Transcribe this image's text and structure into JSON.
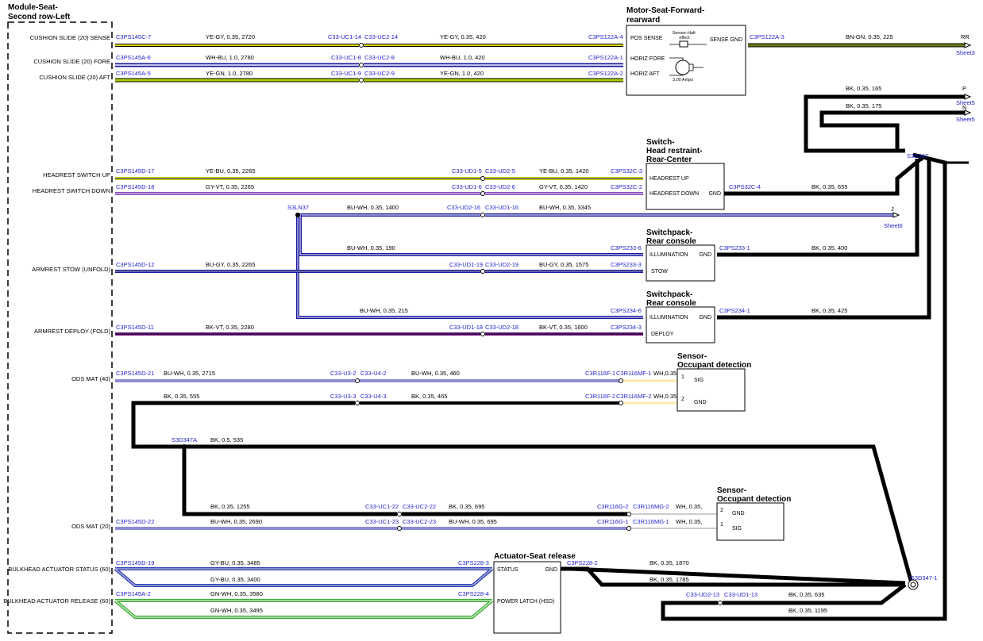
{
  "module": {
    "title1": "Module-Seat-",
    "title2": "Second row-Left",
    "pins": {
      "cushion_sense": "CUSHION SLIDE (20) SENSE",
      "cushion_fore": "CUSHION SLIDE (20) FORE",
      "cushion_aft": "CUSHION SLIDE (20) AFT",
      "hr_up": "HEADREST SWITCH UP",
      "hr_down": "HEADREST SWITCH DOWN",
      "arm_stow": "ARMREST STOW (UNFOLD)",
      "arm_deploy": "ARMREST DEPLOY (FOLD)",
      "ods40": "ODS MAT (40)",
      "ods20": "ODS MAT (20)",
      "bh_status": "BULKHEAD ACTUATOR STATUS (60)",
      "bh_release": "BULKHEAD ACTUATOR RELEASE (60)"
    }
  },
  "components": {
    "motor": {
      "title1": "Motor-Seat-Forward-",
      "title2": "rearward",
      "pos_sense": "POS SENSE",
      "horiz_fore": "HORIZ FORE",
      "horiz_aft": "HORIZ AFT",
      "sense_gnd": "SENSE GND",
      "hall1": "Sensor-Hall-",
      "hall2": "effect",
      "amps": "3.00 Amps"
    },
    "headrest": {
      "title1": "Switch-",
      "title2": "Head restraint-",
      "title3": "Rear-Center",
      "up": "HEADREST UP",
      "down": "HEADREST DOWN",
      "gnd": "GND"
    },
    "sp1": {
      "title1": "Switchpack-",
      "title2": "Rear console",
      "illum": "ILLUMINATION",
      "gnd": "GND",
      "stow": "STOW"
    },
    "sp2": {
      "title1": "Switchpack-",
      "title2": "Rear console",
      "illum": "ILLUMINATION",
      "gnd": "GND",
      "deploy": "DEPLOY"
    },
    "ods1": {
      "title1": "Sensor-",
      "title2": "Occupant detection",
      "p1": "1",
      "sig": "SIG",
      "p2": "2",
      "gnd": "GND"
    },
    "ods2": {
      "title": "Sensor-",
      "title2": "Occupant detection",
      "p2": "2",
      "gnd": "GND",
      "p1": "1",
      "sig": "SIG"
    },
    "actuator": {
      "title": "Actuator-Seat release",
      "status": "STATUS",
      "gnd": "GND",
      "latch": "POWER LATCH (HSD)"
    }
  },
  "connectors": {
    "m_sense": "C3PS145C-7",
    "m_fore": "C3PS145A-6",
    "m_aft": "C3PS145A-5",
    "uc1_14": "C33-UC1-14",
    "uc2_14": "C33-UC2-14",
    "uc1_8": "C33-UC1-8",
    "uc2_8": "C33-UC2-8",
    "uc1_9": "C33-UC1-9",
    "uc2_9": "C33-UC2-9",
    "mot4": "C3PS122A-4",
    "mot1": "C3PS122A-1",
    "mot2": "C3PS122A-2",
    "mot3": "C3PS122A-3",
    "m_hr_up": "C3PS145D-17",
    "m_hr_down": "C3PS145D-18",
    "ud1_5": "C33-UD1-5",
    "ud2_5": "C33-UD2-5",
    "ud1_6": "C33-UD1-6",
    "ud2_6": "C33-UD2-6",
    "hr3": "C3PS32C-3",
    "hr2": "C3PS32C-2",
    "hr4": "C3PS32C-4",
    "s3ln37": "S3LN37",
    "s3d347": "S3D347",
    "s3d347a": "S3D347A",
    "ud2_16": "C33-UD2-16",
    "ud1_16": "C33-UD1-16",
    "sp1_6": "C3PS233-6",
    "sp1_3": "C3PS233-3",
    "sp1_1": "C3PS233-1",
    "m_stow": "C3PS145D-12",
    "ud1_19": "C33-UD1-19",
    "ud2_19": "C33-UD2-19",
    "sp2_6": "C3PS234-6",
    "sp2_3": "C3PS234-3",
    "sp2_1": "C3PS234-1",
    "m_deploy": "C3PS145D-11",
    "ud1_18": "C33-UD1-18",
    "ud2_18": "C33-UD2-18",
    "m_ods40": "C3PS145D-21",
    "u3_2": "C33-U3-2",
    "u4_2": "C33-U4-2",
    "u3_3": "C33-U3-3",
    "u4_3": "C33-U4-3",
    "r116f1": "C3R116F-1",
    "r116mf1": "C3R116MF-1",
    "r116f2": "C3R116F-2",
    "r116mf2": "C3R116MF-2",
    "uc1_22": "C33-UC1-22",
    "uc2_22": "C33-UC2-22",
    "uc1_23": "C33-UC1-23",
    "uc2_23": "C33-UC2-23",
    "r116g2": "C3R116G-2",
    "r116mg2": "C3R116MG-2",
    "r116g1": "C3R116G-1",
    "r116mg1": "C3R116MG-1",
    "m_ods20": "C3PS145D-22",
    "m_bh_status": "C3PS145D-19",
    "m_bh_release": "C3PS145A-2",
    "ps228_3": "C3PS228-3",
    "ps228_4": "C3PS228-4",
    "ps228_2": "C3PS228-2",
    "ud2_13": "C33-UD2-13",
    "ud1_13": "C33-UD1-13",
    "g3d347": "G3D347-1"
  },
  "wires": {
    "w1a": "YE-GY,  0.35,  2720",
    "w1b": "YE-GY,  0.35,  420",
    "w2a": "WH-BU,  1.0,  2780",
    "w2b": "WH-BU,  1.0,  420",
    "w3a": "YE-GN,  1.0,  2780",
    "w3b": "YE-GN,  1.0,  420",
    "w4": "BN-GN,  0.35,  225",
    "w5": "BK,  0.35,  165",
    "w6": "BK,  0.35,  175",
    "w7a": "YE-BU,  0.35,  2265",
    "w7b": "YE-BU,  0.35,  1420",
    "w8a": "GY-VT,  0.35,  2265",
    "w8b": "GY-VT,  0.35,  1420",
    "w9": "BK,  0.35,  655",
    "w10a": "BU-WH,  0.35,  1400",
    "w10b": "BU-WH,  0.35,  3345",
    "w11": "BU-WH,  0.35,  190",
    "w12": "BK,  0.35,  400",
    "w13a": "BU-GY,  0.35,  2265",
    "w13b": "BU-GY,  0.35,  1575",
    "w14": "BU-WH,  0.35,  215",
    "w15": "BK,  0.35,  425",
    "w16a": "BK-VT,  0.35,  2280",
    "w16b": "BK-VT,  0.35,  1600",
    "w17a": "BU-WH,  0.35,  2715",
    "w17b": "BU-WH,  0.35,  460",
    "w17c": "WH,0.35",
    "w18a": "BK,  0.35,  555",
    "w18b": "BK,  0.35,  465",
    "w18c": "WH,0.35",
    "w19": "BK,  0.5,  535",
    "w20a": "BK,  0.35,  1255",
    "w20b": "BK,  0.35,  695",
    "w20c": "WH,  0.35,",
    "w21a": "BU-WH,  0.35,  2690",
    "w21b": "BU-WH,  0.35,  695",
    "w21c": "WH,  0.35,",
    "w22a": "GY-BU,  0.35,  3485",
    "w22b": "GY-BU,  0.35,  3400",
    "w23a": "GN-WH,  0.35,  3580",
    "w23b": "GN-WH,  0.35,  3495",
    "w24": "BK,  0.35,  1870",
    "w25": "BK,  0.35,  1785",
    "w26": "BK,  0.35,  635",
    "w27": "BK,  0.35,  1195"
  },
  "offpage": {
    "rr": "RR",
    "sheet3": "Sheet3",
    "p": "P",
    "sheet5a": "Sheet5",
    "n": "N",
    "sheet5b": "Sheet5",
    "j": "J",
    "sheet6": "Sheet6"
  },
  "colors": {
    "black": "#000000",
    "blue": "#2222cc",
    "bu_wh": "#1a1aa0",
    "ye": "#d8d800",
    "ye_gn": "#a8d000",
    "bn_gn": "#6b7a18",
    "gy_vt": "#8a50c0",
    "bk_vt": "#7a2090",
    "gy_bu": "#3040b8",
    "gn_wh": "#3cae30"
  }
}
